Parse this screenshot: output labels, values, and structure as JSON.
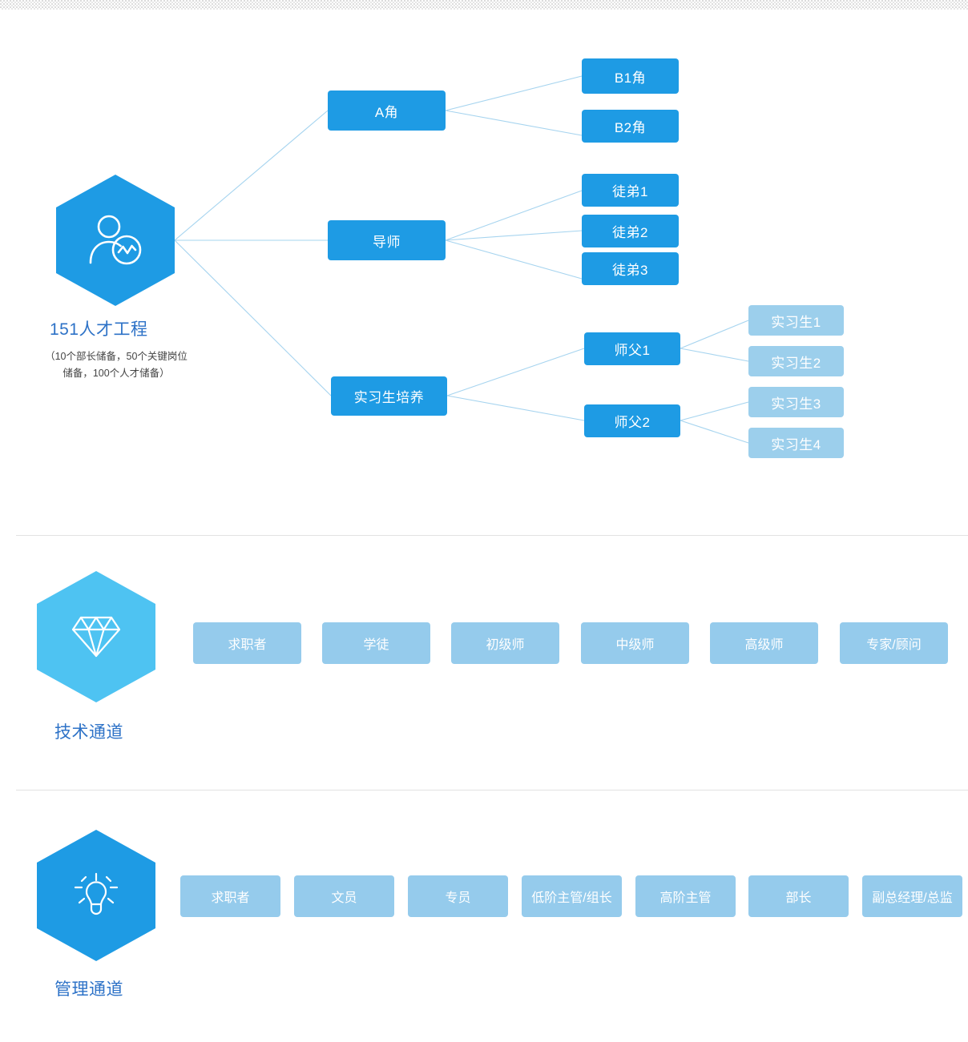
{
  "page": {
    "background": "#ffffff",
    "accent_blue": "#1e9be4",
    "light_blue": "#9ccfec",
    "pill_blue": "#95cbec",
    "title_color": "#2d72c7",
    "link_color": "#a6d4ef",
    "divider_color": "#e2e2e2"
  },
  "sections": [
    {
      "id": "talent-program",
      "icon": "person-chart-icon",
      "hex_color": "#1e9be4",
      "title": "151人才工程",
      "subtitle": "（10个部长储备，50个关键岗位\n储备，100个人才储备）"
    },
    {
      "id": "technical-channel",
      "icon": "diamond-icon",
      "hex_color": "#4ec3f2",
      "title": "技术通道",
      "subtitle": ""
    },
    {
      "id": "management-channel",
      "icon": "lightbulb-icon",
      "hex_color": "#1e9be4",
      "title": "管理通道",
      "subtitle": ""
    }
  ],
  "tree": {
    "branches": [
      {
        "label": "A角",
        "children": [
          "B1角",
          "B2角"
        ]
      },
      {
        "label": "导师",
        "children": [
          "徒弟1",
          "徒弟2",
          "徒弟3"
        ]
      },
      {
        "label": "实习生培养",
        "masters": [
          {
            "label": "师父1",
            "children": [
              "实习生1",
              "实习生2"
            ]
          },
          {
            "label": "师父2",
            "children": [
              "实习生3",
              "实习生4"
            ]
          }
        ]
      }
    ],
    "nodes": {
      "a_jiao": "A角",
      "b1_jiao": "B1角",
      "b2_jiao": "B2角",
      "daoshi": "导师",
      "tudi1": "徒弟1",
      "tudi2": "徒弟2",
      "tudi3": "徒弟3",
      "peiyang": "实习生培养",
      "shifu1": "师父1",
      "shifu2": "师父2",
      "sxs1": "实习生1",
      "sxs2": "实习生2",
      "sxs3": "实习生3",
      "sxs4": "实习生4"
    }
  },
  "technical_channel": {
    "steps": [
      "求职者",
      "学徒",
      "初级师",
      "中级师",
      "高级师",
      "专家/顾问"
    ]
  },
  "management_channel": {
    "steps": [
      "求职者",
      "文员",
      "专员",
      "低阶主管/组长",
      "高阶主管",
      "部长",
      "副总经理/总监"
    ]
  }
}
